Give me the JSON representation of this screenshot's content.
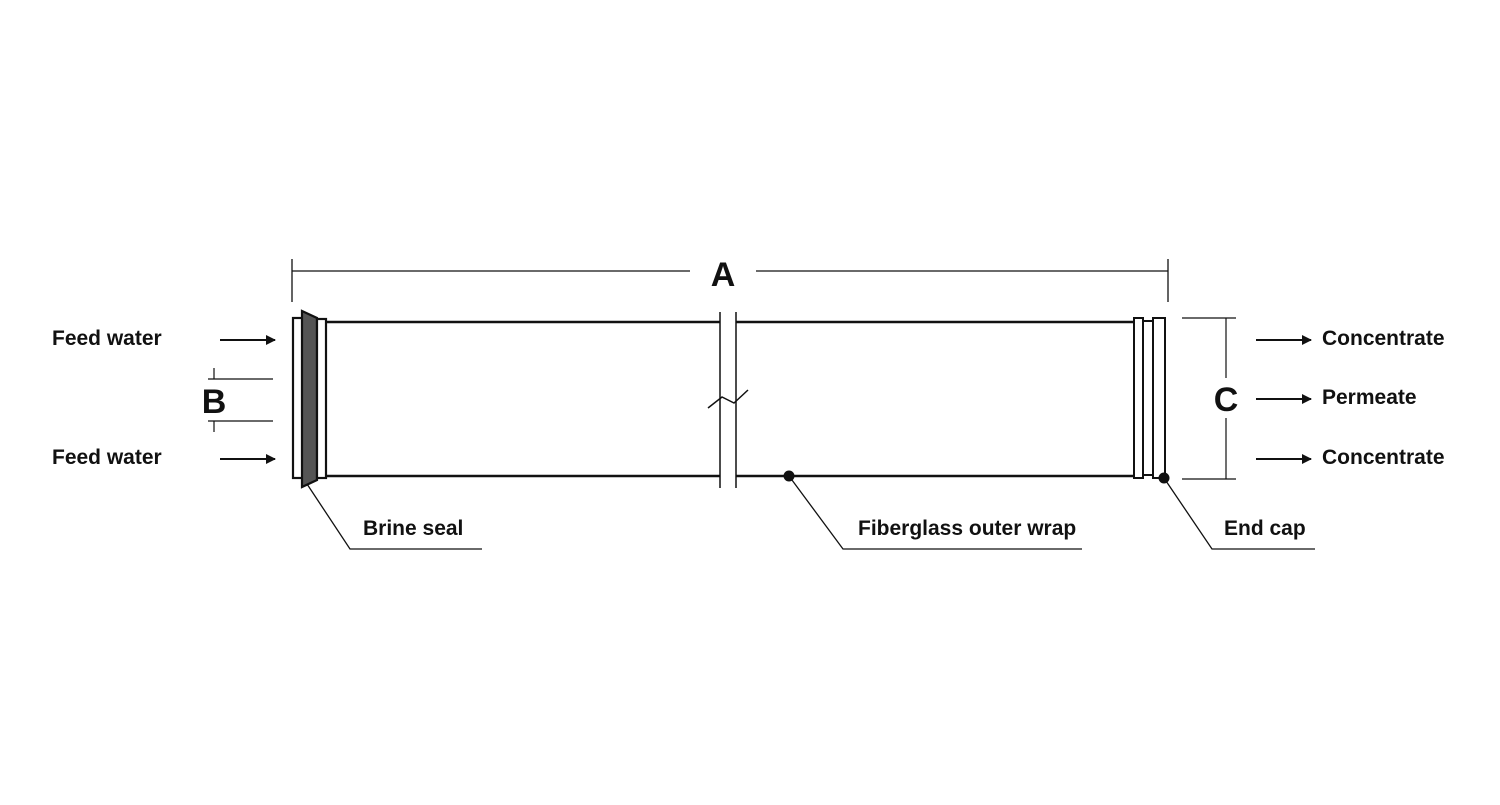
{
  "dimensions": {
    "length": "A",
    "inner_diameter": "B",
    "outer_diameter": "C"
  },
  "inlets": {
    "top": "Feed water",
    "bottom": "Feed water"
  },
  "outlets": {
    "top": "Concentrate",
    "middle": "Permeate",
    "bottom": "Concentrate"
  },
  "callouts": {
    "brine_seal": "Brine seal",
    "outer_wrap": "Fiberglass outer wrap",
    "end_cap": "End cap"
  },
  "colors": {
    "line": "#111111",
    "seal_fill": "#555555",
    "background": "#ffffff"
  }
}
